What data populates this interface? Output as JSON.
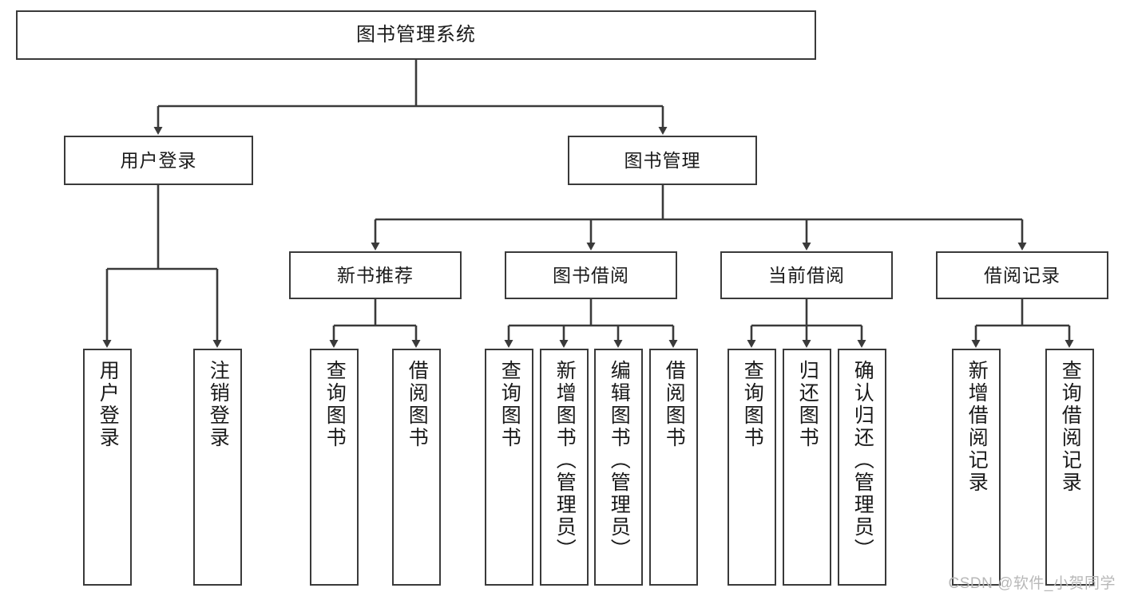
{
  "diagram": {
    "title": "图书管理系统",
    "type": "tree",
    "line_color": "#3a3a3a",
    "box_fill": "#ffffff",
    "text_color": "#1a1a1a",
    "watermark": "CSDN @软件_小贺同学"
  },
  "nodes": {
    "root": {
      "label": "图书管理系统"
    },
    "level2": [
      {
        "label": "用户登录"
      },
      {
        "label": "图书管理"
      }
    ],
    "level3": [
      {
        "label": "新书推荐"
      },
      {
        "label": "图书借阅"
      },
      {
        "label": "当前借阅"
      },
      {
        "label": "借阅记录"
      }
    ],
    "leaves_user_login": [
      {
        "label": "用户登录"
      },
      {
        "label": "注销登录"
      }
    ],
    "leaves_new_book": [
      {
        "label": "查询图书"
      },
      {
        "label": "借阅图书"
      }
    ],
    "leaves_book_borrow": [
      {
        "label": "查询图书"
      },
      {
        "label": "新增图书（管理员）"
      },
      {
        "label": "编辑图书（管理员）"
      },
      {
        "label": "借阅图书"
      }
    ],
    "leaves_current_borrow": [
      {
        "label": "查询图书"
      },
      {
        "label": "归还图书"
      },
      {
        "label": "确认归还（管理员）"
      }
    ],
    "leaves_borrow_record": [
      {
        "label": "新增借阅记录"
      },
      {
        "label": "查询借阅记录"
      }
    ]
  }
}
